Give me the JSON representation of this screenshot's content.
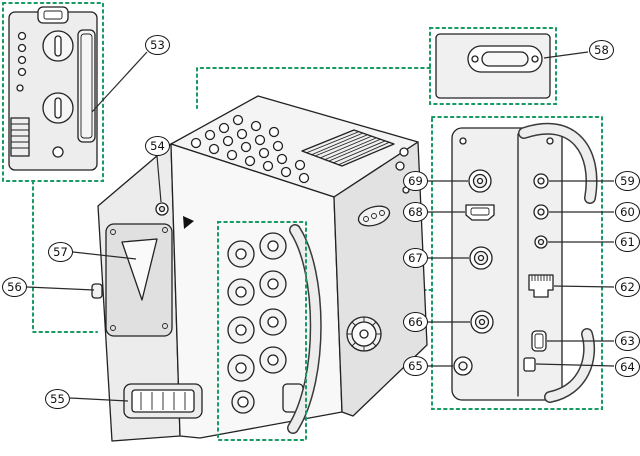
{
  "colors": {
    "accent_green": "#169a63",
    "line_black": "#222222",
    "panel_gray": "#efefef"
  },
  "callouts": {
    "c53": "53",
    "c54": "54",
    "c55": "55",
    "c56": "56",
    "c57": "57",
    "c58": "58",
    "c59": "59",
    "c60": "60",
    "c61": "61",
    "c62": "62",
    "c63": "63",
    "c64": "64",
    "c65": "65",
    "c66": "66",
    "c67": "67",
    "c68": "68",
    "c69": "69"
  }
}
